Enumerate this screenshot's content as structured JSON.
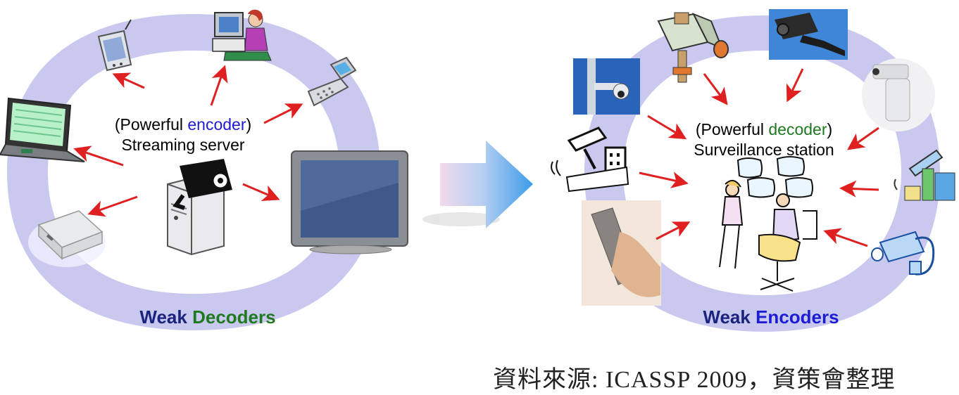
{
  "left": {
    "center_open": "(Powerful ",
    "center_keyword": "encoder",
    "center_close": ")",
    "center_line2": "Streaming server",
    "bottom_prefix": "Weak ",
    "bottom_keyword": "Decoders"
  },
  "right": {
    "center_open": "(Powerful ",
    "center_keyword": "decoder",
    "center_close": ")",
    "center_line2": "Surveillance station",
    "bottom_prefix": "Weak ",
    "bottom_keyword": "Encoders"
  },
  "caption": "資料來源: ICASSP 2009，資策會整理",
  "colors": {
    "ring": "#c8c8f0",
    "arrow": "#e02020",
    "big_arrow": "#4aa3ea",
    "navy_text": "#1a237e",
    "green_text": "#1f7a1f",
    "blue_text": "#1c1cd6"
  }
}
